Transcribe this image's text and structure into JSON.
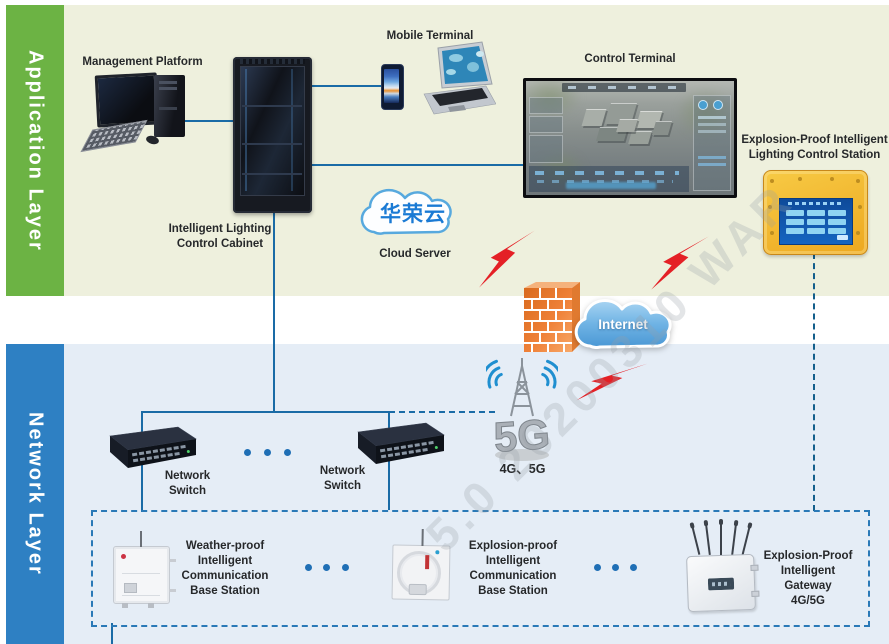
{
  "watermark": "5.0 20200310 WAR",
  "banners": {
    "application": "Application Layer",
    "network": "Network Layer"
  },
  "labels": {
    "management_platform": "Management Platform",
    "mobile_terminal": "Mobile Terminal",
    "control_terminal": "Control Terminal",
    "cabinet": "Intelligent Lighting\nControl Cabinet",
    "cloud_cn": "华荣云",
    "cloud_server": "Cloud Server",
    "lighting_station": "Explosion-Proof Intelligent\nLighting Control Station",
    "internet": "Internet",
    "network_switch_1": "Network Switch",
    "network_switch_2": "Network Switch",
    "cellular": "4G、5G",
    "tower_glyph": "5G",
    "weather_station": "Weather-proof\nIntelligent\nCommunication\nBase Station",
    "explosion_station": "Explosion-proof\nIntelligent\nCommunication\nBase Station",
    "gateway": "Explosion-Proof\nIntelligent\nGateway\n4G/5G"
  },
  "colors": {
    "application_banner": "#6cb344",
    "network_banner": "#2e80c3",
    "application_bg": "#eef0dd",
    "network_bg": "#e5edf6",
    "connector_line": "#1a6ba6",
    "station_dashed_line": "#145f8c",
    "ellipsis_dots": "#1f6fb5",
    "lightning_bolt": "#e42026",
    "firewall_orange": "#ef8138",
    "station_yellow": "#f2b62d",
    "internet_cloud_blue": "#5ea8dd",
    "cloud_text_blue": "#1a7ad4"
  }
}
